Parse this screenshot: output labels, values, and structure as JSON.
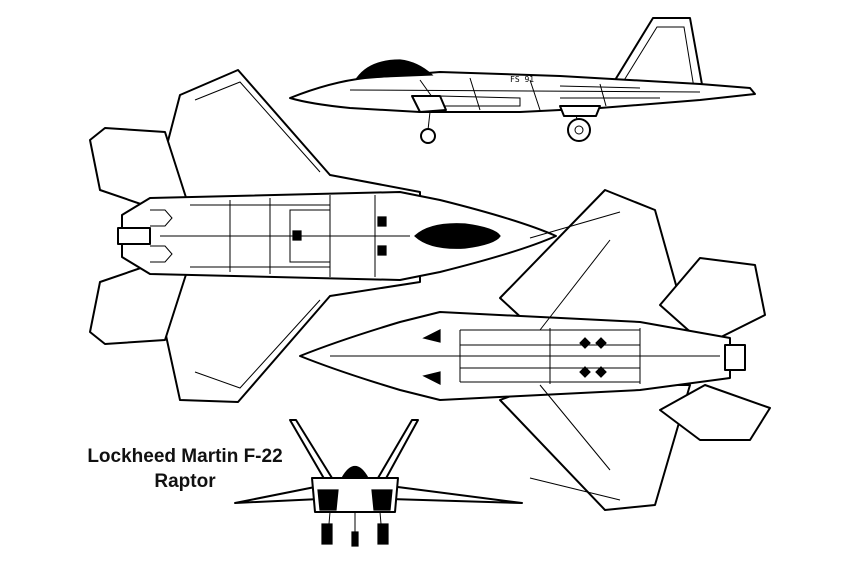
{
  "caption": {
    "line1": "Lockheed Martin F-22",
    "line2": "Raptor"
  },
  "aircraft_marking": "FS 91",
  "colors": {
    "ink": "#000000",
    "paper": "#ffffff"
  }
}
